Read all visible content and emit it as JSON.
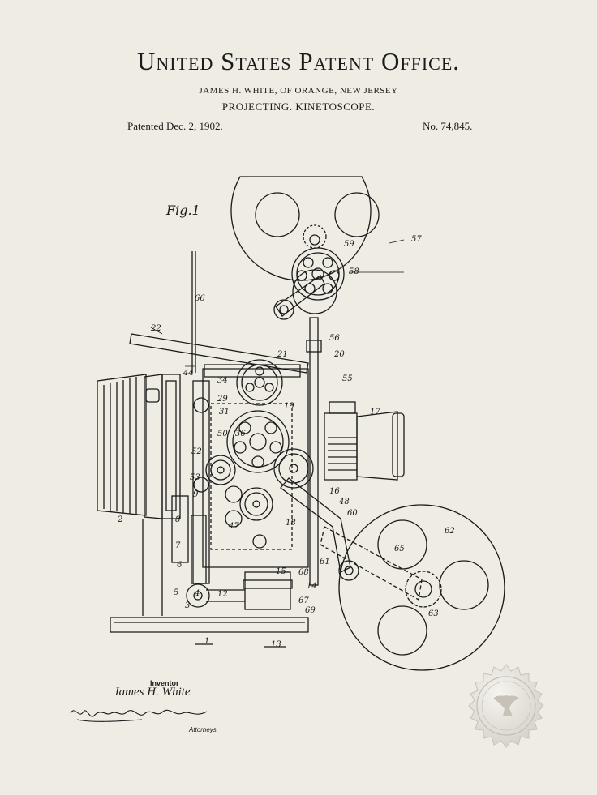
{
  "header": {
    "office_title": "United States Patent Office.",
    "inventor_line": "JAMES H. WHITE, OF ORANGE, NEW JERSEY",
    "invention_title": "PROJECTING. KINETOSCOPE.",
    "patented_date": "Patented Dec. 2, 1902.",
    "patent_number": "No. 74,845."
  },
  "drawing": {
    "figure_label": "Fig.1",
    "reference_numerals": [
      "57",
      "59",
      "58",
      "66",
      "22",
      "21",
      "56",
      "20",
      "55",
      "44",
      "34",
      "29",
      "31",
      "19",
      "17",
      "50",
      "36",
      "52",
      "53",
      "9",
      "2",
      "8",
      "7",
      "6",
      "5",
      "4",
      "3",
      "12",
      "47",
      "18",
      "16",
      "48",
      "60",
      "62",
      "65",
      "61",
      "15",
      "68",
      "14",
      "67",
      "69",
      "63",
      "13",
      "1"
    ]
  },
  "signature": {
    "heading": "Inventor",
    "inventor_name": "James H. White",
    "attorney_role": "Attorneys"
  },
  "colors": {
    "paper": "#efece3",
    "ink": "#1b1b1b",
    "seal": "#dcdad3"
  }
}
